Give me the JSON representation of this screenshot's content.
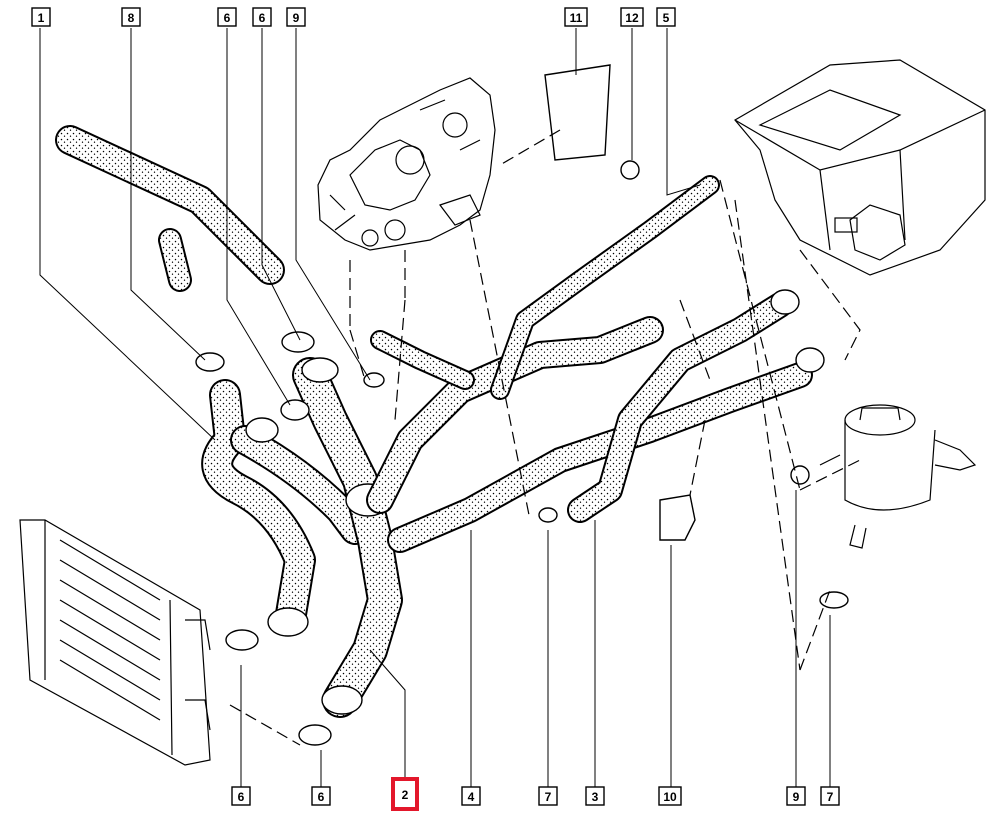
{
  "title": "",
  "highlight_color": "#e3172b",
  "callouts": [
    {
      "id": "top-1",
      "text": "1"
    },
    {
      "id": "top-8",
      "text": "8"
    },
    {
      "id": "top-6a",
      "text": "6"
    },
    {
      "id": "top-6b",
      "text": "6"
    },
    {
      "id": "top-9",
      "text": "9"
    },
    {
      "id": "top-11",
      "text": "11"
    },
    {
      "id": "top-12",
      "text": "12"
    },
    {
      "id": "top-5",
      "text": "5"
    },
    {
      "id": "bot-6a",
      "text": "6"
    },
    {
      "id": "bot-6b",
      "text": "6"
    },
    {
      "id": "bot-2",
      "text": "2",
      "highlighted": true
    },
    {
      "id": "bot-4",
      "text": "4"
    },
    {
      "id": "bot-7a",
      "text": "7"
    },
    {
      "id": "bot-3",
      "text": "3"
    },
    {
      "id": "bot-10",
      "text": "10"
    },
    {
      "id": "bot-9",
      "text": "9"
    },
    {
      "id": "bot-7b",
      "text": "7"
    }
  ]
}
